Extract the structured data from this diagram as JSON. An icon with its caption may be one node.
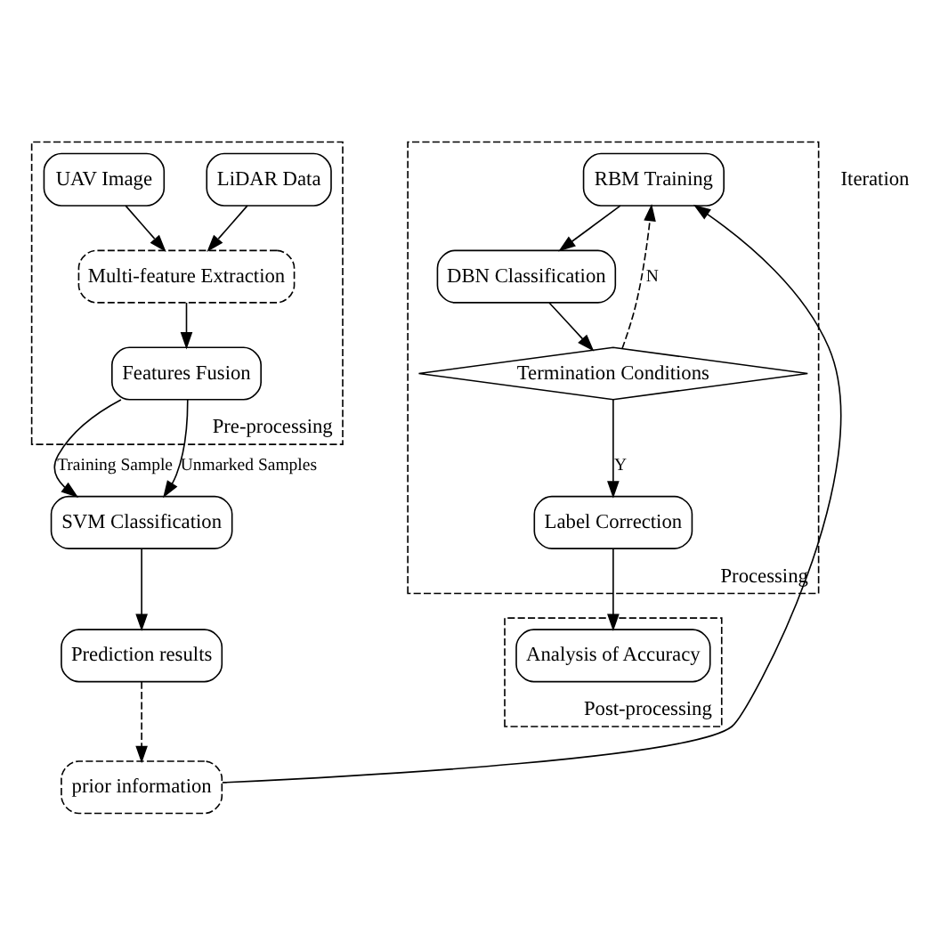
{
  "diagram": {
    "nodes": [
      {
        "text": [
          "Pre-processing"
        ]
      },
      {
        "text": [
          "LiDAR Data"
        ],
        "in": 0
      },
      {
        "text": [
          "UAV Image"
        ],
        "in": 0
      },
      {
        "text": [
          "Multi-feature Extraction"
        ],
        "in": 0
      },
      {
        "text": [
          "Features Fusion"
        ],
        "in": 0
      },
      {
        "text": [
          "Processing"
        ]
      },
      {
        "text": [
          "RBM Training"
        ],
        "in": 5
      },
      {
        "text": [
          "DBN Classification"
        ],
        "in": 5
      },
      {
        "text": [
          "Termination Conditions"
        ],
        "in": 5
      },
      {
        "text": [
          "Label Correction"
        ],
        "in": 5
      },
      {
        "text": [
          "SVM Classification"
        ]
      },
      {
        "text": [
          "Prediction results"
        ]
      },
      {
        "text": [
          "prior information"
        ]
      },
      {
        "text": [
          "Post-processing"
        ]
      },
      {
        "text": [
          "Analysis of Accuracy"
        ],
        "in": 13
      }
    ],
    "edges": [
      {
        "from": 1,
        "to": 3,
        "arrow": "to"
      },
      {
        "from": 2,
        "to": 3,
        "arrow": "to"
      },
      {
        "from": 3,
        "to": 4,
        "arrow": "to"
      },
      {
        "from": 4,
        "to": 10,
        "arrow": "to",
        "label": "Training Sample"
      },
      {
        "from": 4,
        "to": 10,
        "arrow": "to",
        "label": "Unmarked Samples"
      },
      {
        "from": 10,
        "to": 11,
        "arrow": "to"
      },
      {
        "from": 11,
        "to": 12,
        "arrow": "to",
        "style": "dashed"
      },
      {
        "from": 12,
        "to": 6,
        "arrow": "to"
      },
      {
        "from": 6,
        "to": 7,
        "arrow": "to"
      },
      {
        "from": 7,
        "to": 8,
        "arrow": "to"
      },
      {
        "from": 8,
        "to": 6,
        "arrow": "to",
        "label": "N",
        "style": "dashed"
      },
      {
        "from": 8,
        "to": 9,
        "arrow": "to",
        "label": "Y"
      },
      {
        "from": 9,
        "to": 14,
        "arrow": "to"
      }
    ],
    "labels": [
      "Iteration"
    ]
  }
}
